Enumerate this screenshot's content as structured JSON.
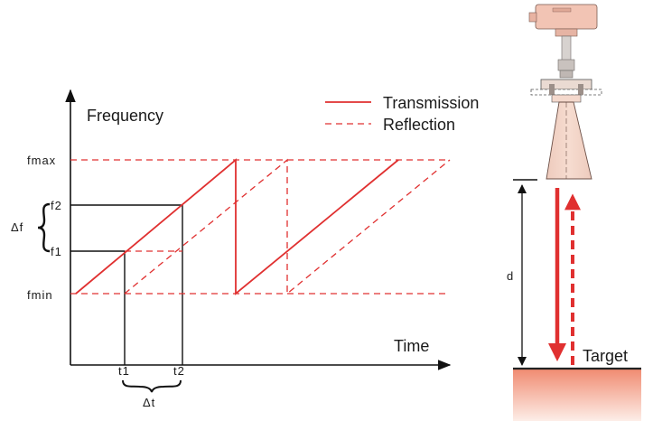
{
  "labels": {
    "y_axis": "Frequency",
    "x_axis": "Time",
    "fmax": "fmax",
    "f2": "f2",
    "f1": "f1",
    "fmin": "fmin",
    "delta_f": "Δf",
    "t1": "t1",
    "t2": "t2",
    "delta_t": "Δt",
    "distance": "d",
    "target": "Target"
  },
  "legend": {
    "transmission": "Transmission",
    "reflection": "Reflection"
  },
  "colors": {
    "signal": "#e03030",
    "axis": "#111111",
    "sensor_body": "#f2c4b4",
    "horn": "#f3d2c4",
    "target_top": "#f08a70",
    "target_bottom": "#fdeee8"
  }
}
